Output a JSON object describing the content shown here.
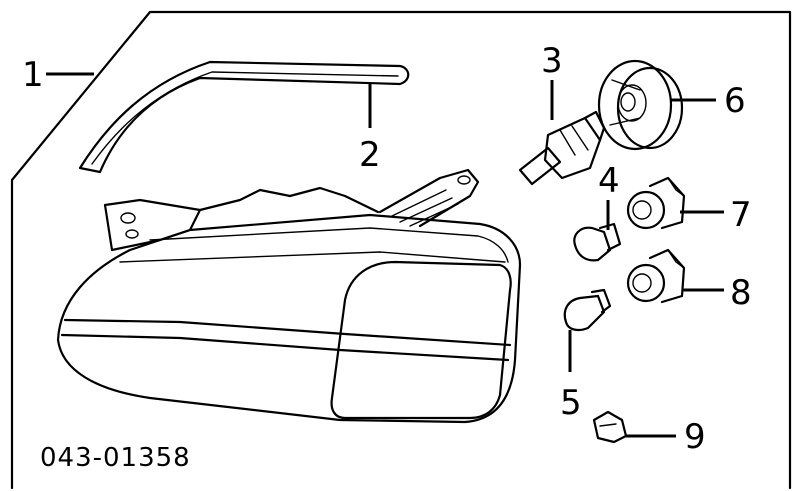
{
  "diagram": {
    "callouts": {
      "c1": "1",
      "c2": "2",
      "c3": "3",
      "c4": "4",
      "c5": "5",
      "c6": "6",
      "c7": "7",
      "c8": "8",
      "c9": "9"
    },
    "part_code": "043-01358"
  }
}
